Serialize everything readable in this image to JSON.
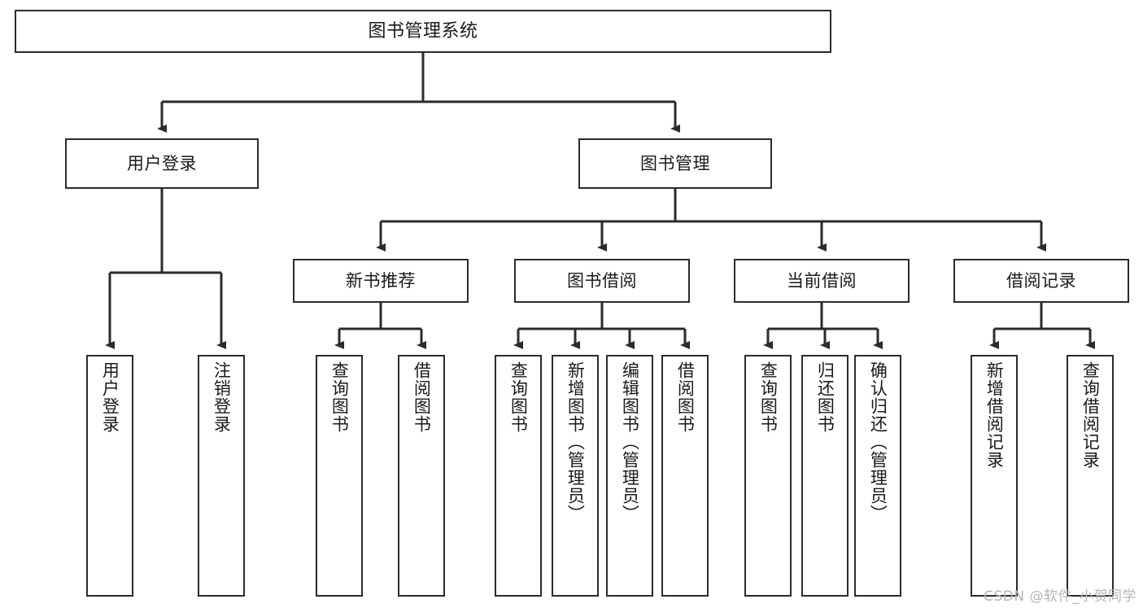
{
  "diagram": {
    "type": "tree",
    "title": "图书管理系统",
    "watermark": "CSDN @软件_小贺同学",
    "root": {
      "label": "图书管理系统"
    },
    "level1": [
      {
        "label": "用户登录"
      },
      {
        "label": "图书管理"
      }
    ],
    "level2": [
      {
        "label": "新书推荐"
      },
      {
        "label": "图书借阅"
      },
      {
        "label": "当前借阅"
      },
      {
        "label": "借阅记录"
      }
    ],
    "leaves": {
      "user_login": [
        {
          "label": "用户登录"
        },
        {
          "label": "注销登录"
        }
      ],
      "new_book_recommend": [
        {
          "label": "查询图书"
        },
        {
          "label": "借阅图书"
        }
      ],
      "book_borrow": [
        {
          "label": "查询图书"
        },
        {
          "label": "新增图书（管理员）"
        },
        {
          "label": "编辑图书（管理员）"
        },
        {
          "label": "借阅图书"
        }
      ],
      "current_borrow": [
        {
          "label": "查询图书"
        },
        {
          "label": "归还图书"
        },
        {
          "label": "确认归还（管理员）"
        }
      ],
      "borrow_record": [
        {
          "label": "新增借阅记录"
        },
        {
          "label": "查询借阅记录"
        }
      ]
    },
    "colors": {
      "stroke": "#2b2b2b",
      "fill": "#ffffff",
      "text": "#1a1a1a",
      "watermark": "#b4b4b4"
    }
  }
}
